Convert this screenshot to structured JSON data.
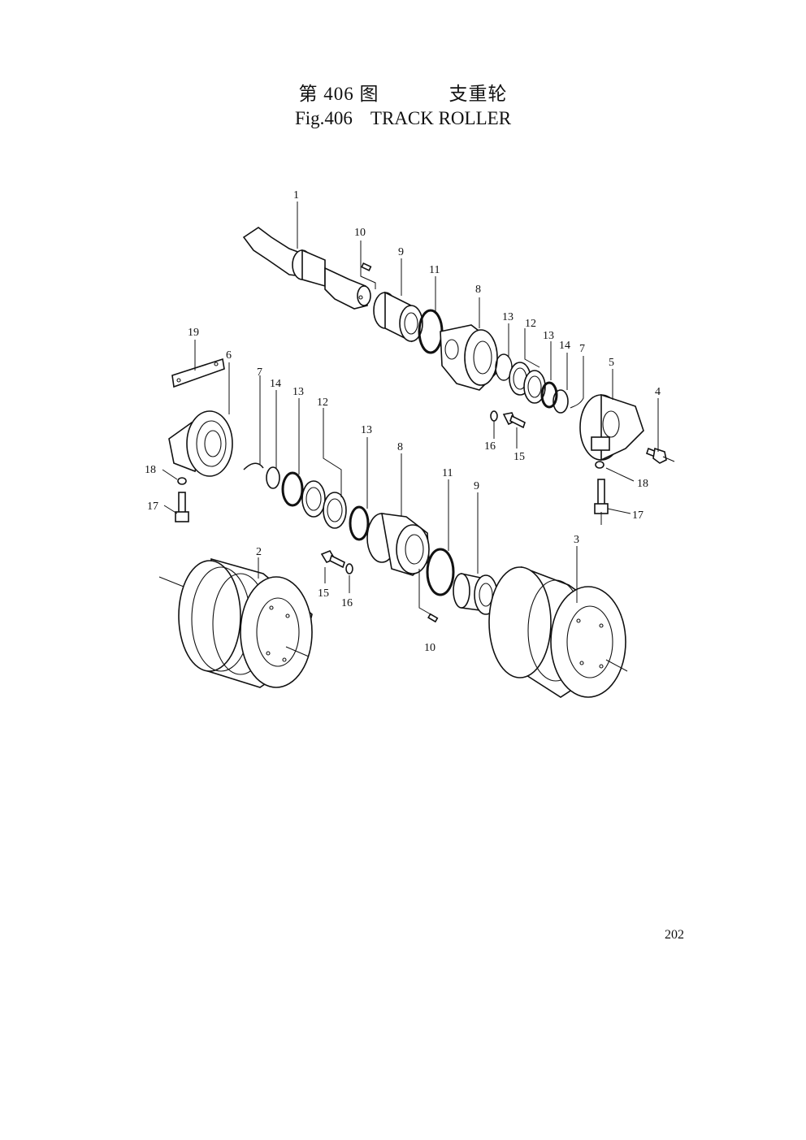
{
  "header": {
    "fig_cn": "第 406 图",
    "name_cn": "支重轮",
    "fig_en": "Fig.406",
    "name_en": "TRACK ROLLER"
  },
  "callouts": [
    "1",
    "2",
    "3",
    "4",
    "5",
    "6",
    "7",
    "7",
    "8",
    "8",
    "9",
    "9",
    "10",
    "10",
    "11",
    "11",
    "12",
    "12",
    "13",
    "13",
    "13",
    "13",
    "14",
    "14",
    "15",
    "15",
    "16",
    "16",
    "17",
    "17",
    "18",
    "18",
    "19"
  ],
  "page_number": "202"
}
